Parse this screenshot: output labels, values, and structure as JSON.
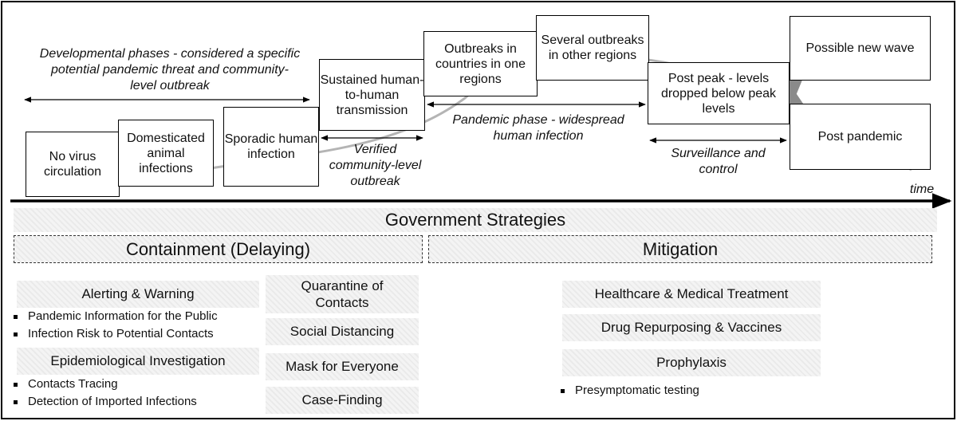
{
  "timeline": {
    "stages": [
      "No virus circulation",
      "Domesticated animal infections",
      "Sporadic human infection",
      "Sustained human-to-human transmission",
      "Outbreaks in countries in one regions",
      "Several outbreaks in other regions",
      "Post peak - levels dropped below peak levels",
      "Possible new wave",
      "Post pandemic"
    ],
    "notes": {
      "developmental": "Developmental phases - considered a specific potential pandemic threat and community-level outbreak",
      "verified": "Verified community-level outbreak",
      "pandemic": "Pandemic phase - widespread human infection",
      "surveillance": "Surveillance and control"
    },
    "axis_label": "time"
  },
  "strategies": {
    "title": "Government Strategies",
    "containment": {
      "title": "Containment (Delaying)",
      "alerting": "Alerting & Warning",
      "alerting_items": [
        "Pandemic Information for the Public",
        "Infection Risk to Potential Contacts"
      ],
      "epidemiological": "Epidemiological Investigation",
      "epidemiological_items": [
        "Contacts Tracing",
        "Detection of Imported Infections"
      ],
      "quarantine": "Quarantine of Contacts",
      "social_distancing": "Social Distancing",
      "mask": "Mask for Everyone",
      "case_finding": "Case-Finding"
    },
    "mitigation": {
      "title": "Mitigation",
      "healthcare": "Healthcare & Medical Treatment",
      "drug": "Drug Repurposing & Vaccines",
      "prophylaxis": "Prophylaxis",
      "prophylaxis_items": [
        "Presymptomatic testing"
      ]
    }
  },
  "colors": {
    "curve": "#b4b4b4",
    "arrow": "#8a8a8a",
    "hatch": "#f4f4f4",
    "frame": "#000000"
  }
}
